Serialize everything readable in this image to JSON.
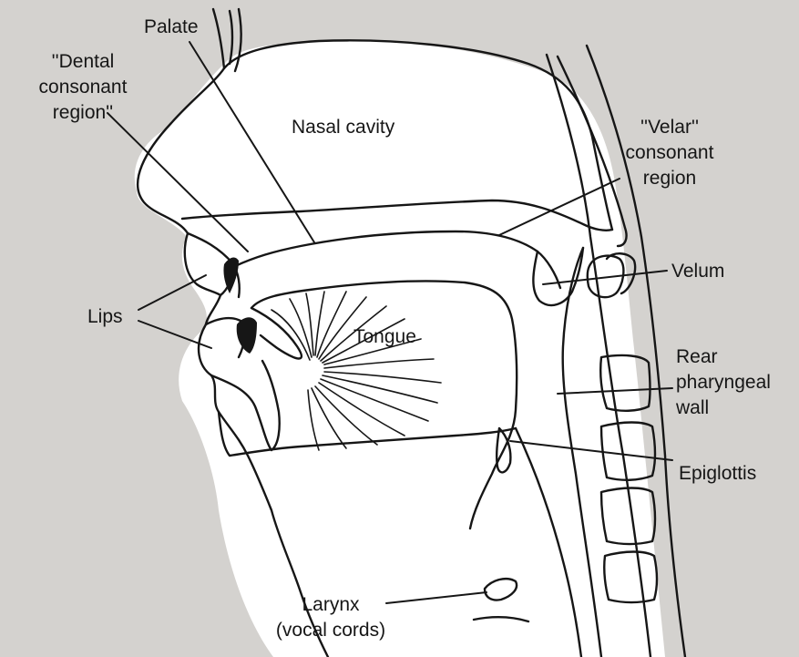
{
  "colors": {
    "background": "#d4d2cf",
    "ink": "#161616",
    "anatomy_fill": "#ffffff"
  },
  "labels": {
    "palate": "Palate",
    "dental_region": [
      "''Dental",
      "consonant",
      "region''"
    ],
    "nasal_cavity": "Nasal cavity",
    "velar_region": [
      "''Velar''",
      "consonant",
      "region"
    ],
    "velum": "Velum",
    "lips": "Lips",
    "tongue": "Tongue",
    "rear_pharyngeal_wall": [
      "Rear",
      "pharyngeal",
      "wall"
    ],
    "epiglottis": "Epiglottis",
    "larynx": [
      "Larynx",
      "(vocal cords)"
    ]
  }
}
